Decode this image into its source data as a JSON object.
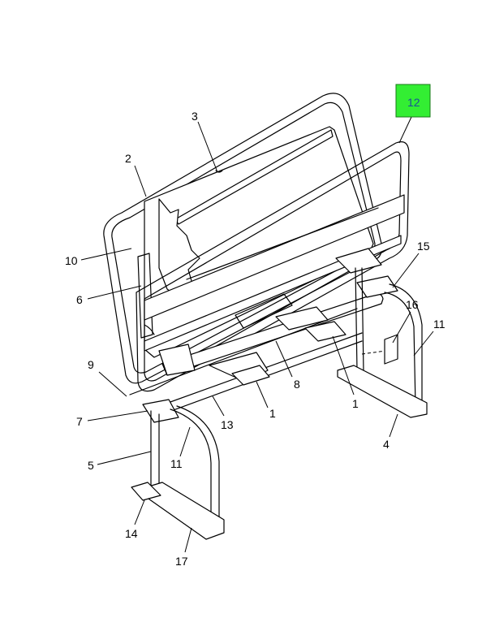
{
  "callouts": [
    {
      "id": "c3",
      "text": "3"
    },
    {
      "id": "c2",
      "text": "2"
    },
    {
      "id": "c12",
      "text": "12"
    },
    {
      "id": "c10",
      "text": "10"
    },
    {
      "id": "c6",
      "text": "6"
    },
    {
      "id": "c15",
      "text": "15"
    },
    {
      "id": "c16",
      "text": "16"
    },
    {
      "id": "c11r",
      "text": "11"
    },
    {
      "id": "c9",
      "text": "9"
    },
    {
      "id": "c8",
      "text": "8"
    },
    {
      "id": "c1a",
      "text": "1"
    },
    {
      "id": "c1b",
      "text": "1"
    },
    {
      "id": "c7",
      "text": "7"
    },
    {
      "id": "c13",
      "text": "13"
    },
    {
      "id": "c4",
      "text": "4"
    },
    {
      "id": "c5",
      "text": "5"
    },
    {
      "id": "c11l",
      "text": "11"
    },
    {
      "id": "c14",
      "text": "14"
    },
    {
      "id": "c17",
      "text": "17"
    }
  ],
  "highlight": {
    "color": "#33ee33",
    "border": "#1a7a1a",
    "text_color": "#1a4f9a"
  }
}
